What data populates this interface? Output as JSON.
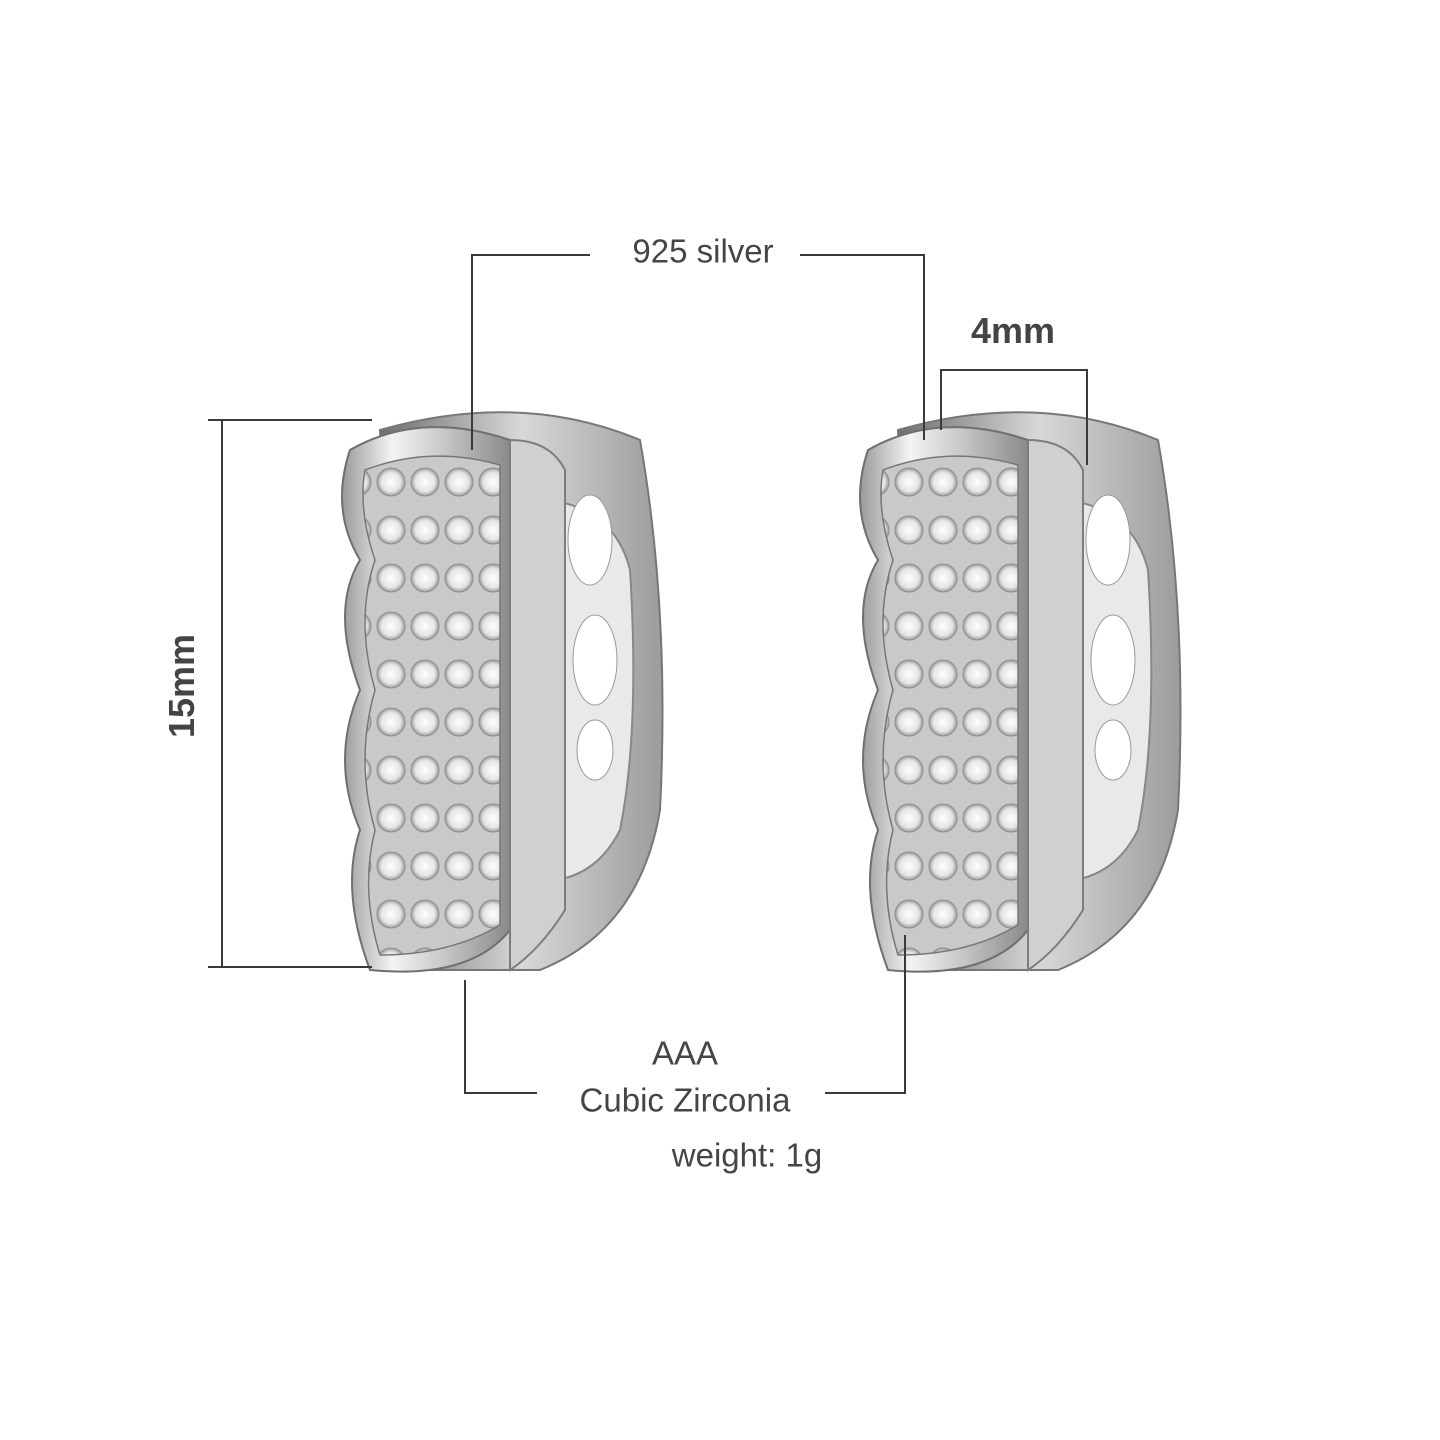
{
  "annotations": {
    "material": "925 silver",
    "width": "4mm",
    "height": "15mm",
    "stone_grade": "AAA",
    "stone_type": "Cubic Zirconia",
    "weight": "weight: 1g"
  },
  "colors": {
    "line": "#3a3a3a",
    "text": "#454545",
    "silver_light": "#f2f2f2",
    "silver_dark": "#7a7a7a"
  }
}
